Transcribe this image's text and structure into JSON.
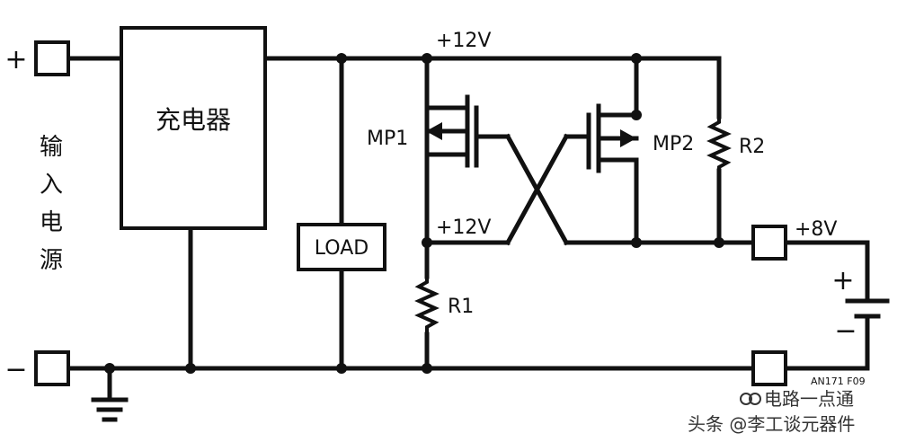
{
  "labels": {
    "charger": "充电器",
    "input_source": [
      "输",
      "入",
      "电",
      "源"
    ],
    "load": "LOAD",
    "plus_left": "+",
    "minus_left": "−",
    "v12_top": "+12V",
    "v12_mid": "+12V",
    "v8": "+8V",
    "mp1": "MP1",
    "mp2": "MP2",
    "r1": "R1",
    "r2": "R2",
    "bat_plus": "+",
    "bat_minus": "−",
    "figure_code": "AN171 F09"
  },
  "watermark": {
    "line1": "电路一点通",
    "line2": "头条 @李工谈元器件"
  }
}
